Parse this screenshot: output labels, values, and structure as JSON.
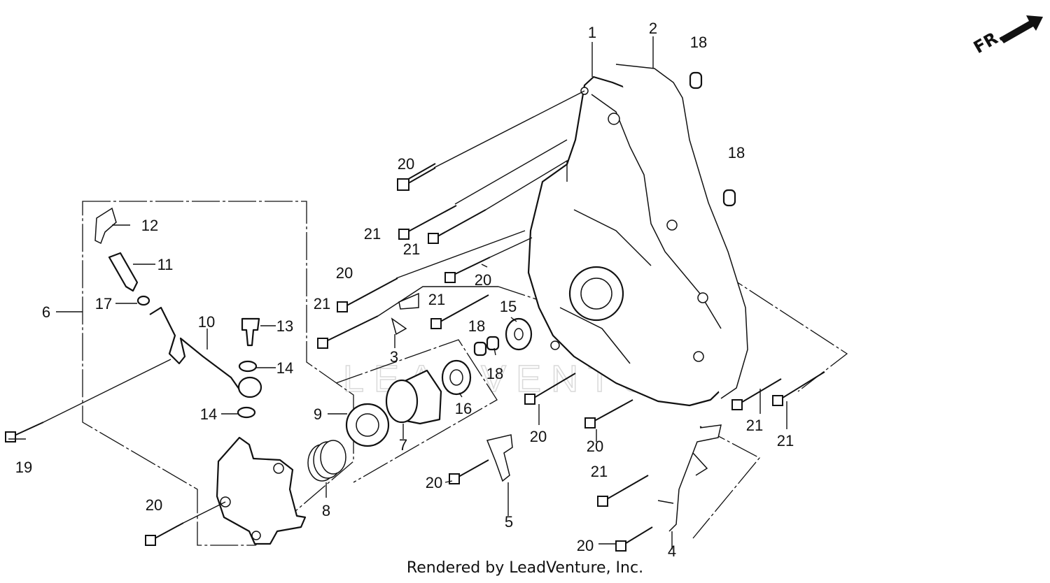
{
  "credit": "Rendered by LeadVenture, Inc.",
  "direction_label": "FR.",
  "watermark": "LEADVENTURE",
  "callouts": [
    {
      "id": "c1",
      "label": "1"
    },
    {
      "id": "c2",
      "label": "2"
    },
    {
      "id": "c3",
      "label": "3"
    },
    {
      "id": "c4",
      "label": "4"
    },
    {
      "id": "c5",
      "label": "5"
    },
    {
      "id": "c6",
      "label": "6"
    },
    {
      "id": "c7",
      "label": "7"
    },
    {
      "id": "c8",
      "label": "8"
    },
    {
      "id": "c9",
      "label": "9"
    },
    {
      "id": "c10",
      "label": "10"
    },
    {
      "id": "c11",
      "label": "11"
    },
    {
      "id": "c12",
      "label": "12"
    },
    {
      "id": "c13",
      "label": "13"
    },
    {
      "id": "c14a",
      "label": "14"
    },
    {
      "id": "c14b",
      "label": "14"
    },
    {
      "id": "c15",
      "label": "15"
    },
    {
      "id": "c16",
      "label": "16"
    },
    {
      "id": "c17",
      "label": "17"
    },
    {
      "id": "c18a",
      "label": "18"
    },
    {
      "id": "c18b",
      "label": "18"
    },
    {
      "id": "c18c",
      "label": "18"
    },
    {
      "id": "c18d",
      "label": "18"
    },
    {
      "id": "c19",
      "label": "19"
    },
    {
      "id": "c20a",
      "label": "20"
    },
    {
      "id": "c20b",
      "label": "20"
    },
    {
      "id": "c20c",
      "label": "20"
    },
    {
      "id": "c20d",
      "label": "20"
    },
    {
      "id": "c20e",
      "label": "20"
    },
    {
      "id": "c20f",
      "label": "20"
    },
    {
      "id": "c20g",
      "label": "20"
    },
    {
      "id": "c20h",
      "label": "20"
    },
    {
      "id": "c21a",
      "label": "21"
    },
    {
      "id": "c21b",
      "label": "21"
    },
    {
      "id": "c21c",
      "label": "21"
    },
    {
      "id": "c21d",
      "label": "21"
    },
    {
      "id": "c21e",
      "label": "21"
    },
    {
      "id": "c21f",
      "label": "21"
    },
    {
      "id": "c21g",
      "label": "21"
    }
  ]
}
